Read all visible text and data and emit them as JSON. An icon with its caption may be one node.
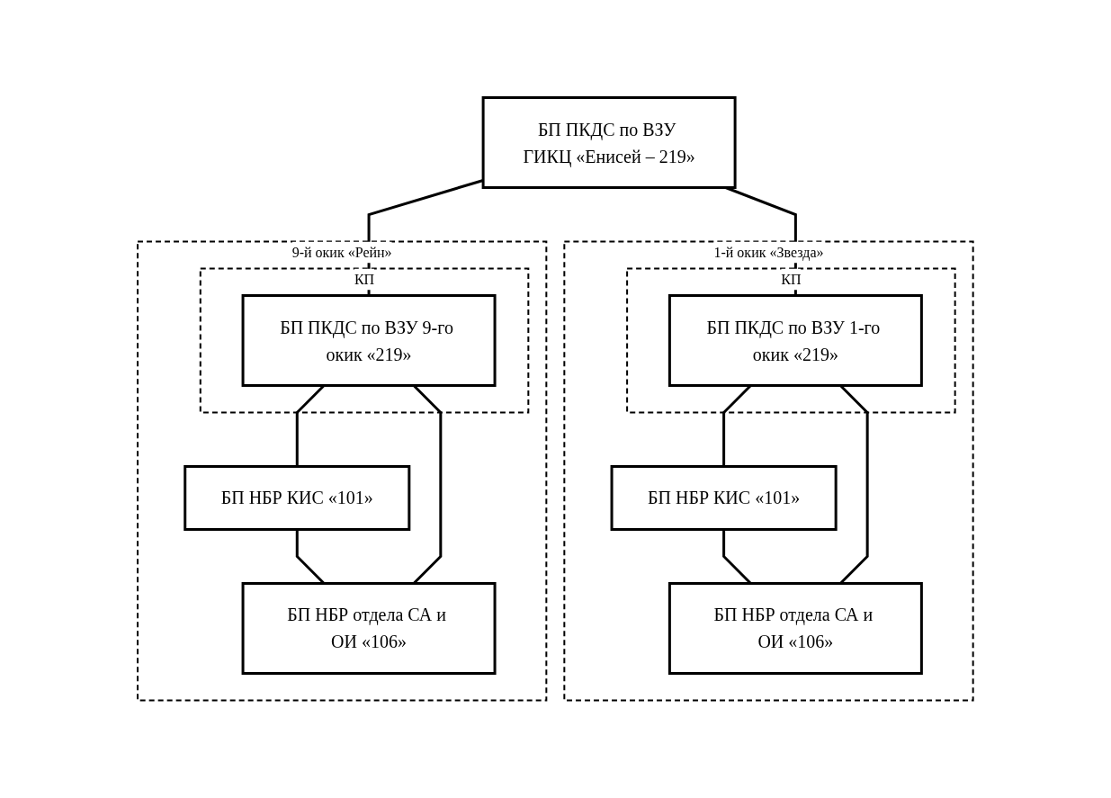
{
  "diagram": {
    "nodes": [
      {
        "text": [
          "БП ПКДС по ВЗУ ГИКЦ «Енисей – 219»"
        ]
      },
      {
        "text": [
          "1-й окик «Звезда»"
        ]
      },
      {
        "text": [
          "БП НБР КИС «101»"
        ],
        "in": 1
      },
      {
        "text": [
          "КП"
        ],
        "in": 1
      },
      {
        "text": [
          "БП ПКДС по ВЗУ 1-го окик «219»"
        ],
        "in": 3
      },
      {
        "text": [
          "БП НБР отдела СА и ОИ «106»"
        ],
        "in": 1
      },
      {
        "text": [
          "9-й окик «Рейн»"
        ]
      },
      {
        "text": [
          "КП"
        ],
        "in": 6
      },
      {
        "text": [
          "БП ПКДС по ВЗУ 9-го окик «219»"
        ],
        "in": 7
      },
      {
        "text": [
          "БП НБР КИС «101»"
        ],
        "in": 6
      },
      {
        "text": [
          "БП НБР отдела СА и ОИ «106»"
        ],
        "in": 6
      }
    ],
    "edges": [
      {
        "from": 0,
        "to": 4,
        "arrow": "none"
      },
      {
        "from": 0,
        "to": 8,
        "arrow": "none"
      },
      {
        "from": 2,
        "to": 5,
        "arrow": "none"
      },
      {
        "from": 4,
        "to": 2,
        "arrow": "none"
      },
      {
        "from": 4,
        "to": 5,
        "arrow": "none"
      },
      {
        "from": 9,
        "to": 10,
        "arrow": "none"
      },
      {
        "from": 8,
        "to": 9,
        "arrow": "none"
      },
      {
        "from": 8,
        "to": 10,
        "arrow": "none"
      }
    ]
  }
}
